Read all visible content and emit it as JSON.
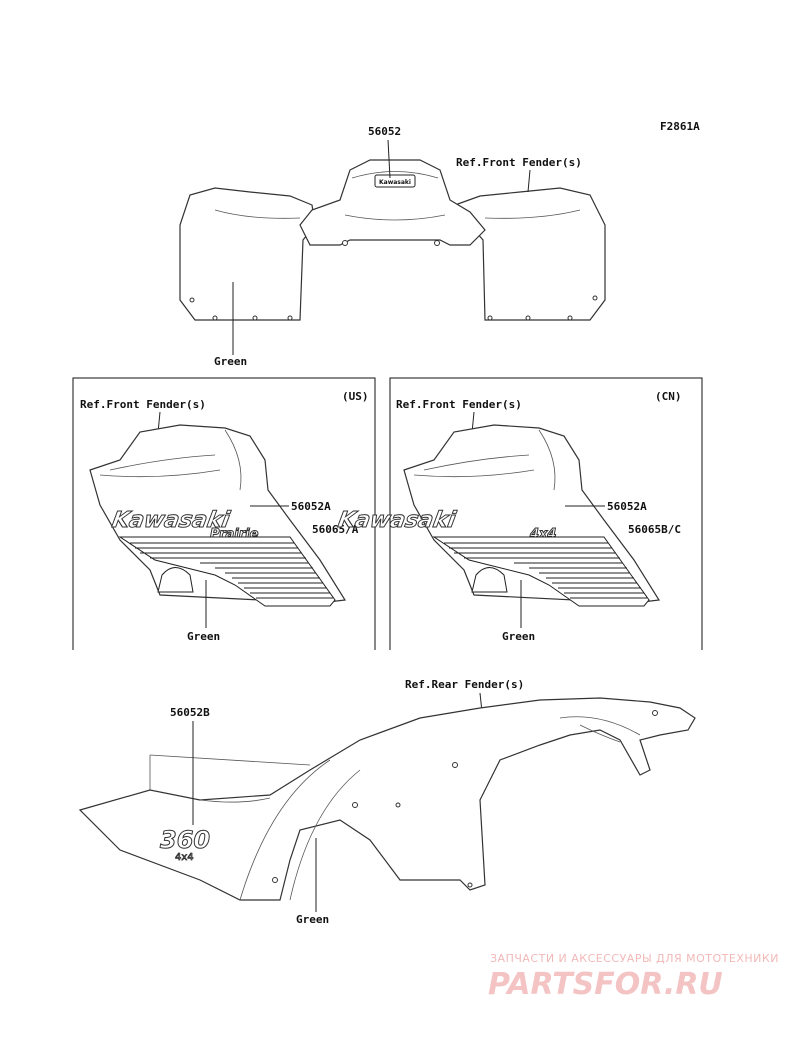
{
  "figure_code": "F2861A",
  "front_view": {
    "part_number": "56052",
    "ref_label": "Ref.Front Fender(s)",
    "color_label": "Green",
    "logo_text": "Kawasaki"
  },
  "us_panel": {
    "region": "(US)",
    "ref_label": "Ref.Front Fender(s)",
    "part_a": "56052A",
    "part_b": "56065/A",
    "color_label": "Green",
    "logo_text": "Kawasaki",
    "sub_text": "Prairie"
  },
  "cn_panel": {
    "region": "(CN)",
    "ref_label": "Ref.Front Fender(s)",
    "part_a": "56052A",
    "part_b": "56065B/C",
    "color_label": "Green",
    "logo_text": "Kawasaki",
    "sub_text": "4x4"
  },
  "rear_view": {
    "part_number": "56052B",
    "ref_label": "Ref.Rear Fender(s)",
    "color_label": "Green",
    "decal_text": "360",
    "decal_sub": "4x4"
  },
  "watermark": {
    "tagline": "ЗАПЧАСТИ И АКСЕССУАРЫ ДЛЯ МОТОТЕХНИКИ",
    "brand": "PARTSFOR.RU"
  }
}
